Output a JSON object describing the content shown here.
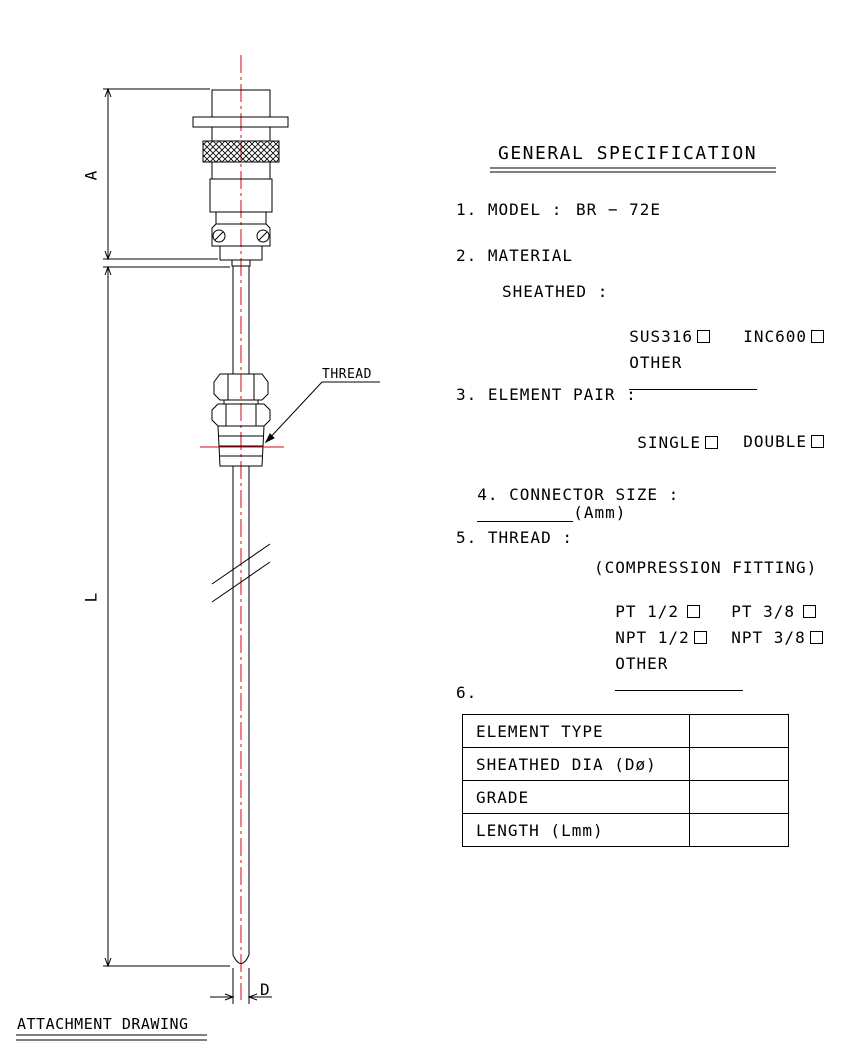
{
  "drawing": {
    "dim_a": "A",
    "dim_l": "L",
    "dim_d": "D",
    "thread_label": "THREAD",
    "caption": "ATTACHMENT DRAWING"
  },
  "spec": {
    "title": "GENERAL SPECIFICATION",
    "model": {
      "label": "1. MODEL :",
      "value": "BR − 72E"
    },
    "material": {
      "label": "2. MATERIAL",
      "sheathed_label": "SHEATHED :",
      "option1": "SUS316",
      "option2": "INC600",
      "other": "OTHER"
    },
    "element_pair": {
      "label": "3. ELEMENT PAIR :",
      "option1": "SINGLE",
      "option2": "DOUBLE"
    },
    "connector": {
      "label": "4. CONNECTOR SIZE :",
      "unit": "(Amm)"
    },
    "thread": {
      "label": "5. THREAD :",
      "note": "(COMPRESSION FITTING)",
      "opt1": "PT 1/2",
      "opt2": "PT 3/8",
      "opt3": "NPT 1/2",
      "opt4": "NPT 3/8",
      "other": "OTHER"
    },
    "table": {
      "label": "6.",
      "rows": [
        "ELEMENT TYPE",
        "SHEATHED DIA (Dø)",
        "GRADE",
        "LENGTH (Lmm)"
      ]
    }
  }
}
